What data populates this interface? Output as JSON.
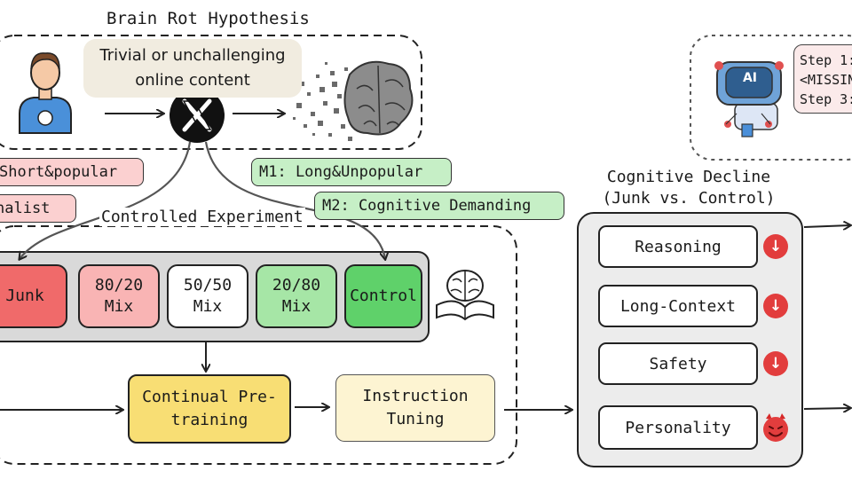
{
  "hypothesis": {
    "title": "Brain Rot Hypothesis",
    "content_line1": "Trivial or unchallenging",
    "content_line2": "online content",
    "x_logo_glyph": "X"
  },
  "tags": {
    "m1_junk": "Short&popular",
    "m2_junk": "nalist",
    "m1_control": "M1: Long&Unpopular",
    "m2_control": "M2: Cognitive Demanding"
  },
  "experiment": {
    "title": "Controlled Experiment",
    "mixes": [
      {
        "line1": "Junk",
        "line2": ""
      },
      {
        "line1": "80/20",
        "line2": "Mix"
      },
      {
        "line1": "50/50",
        "line2": "Mix"
      },
      {
        "line1": "20/80",
        "line2": "Mix"
      },
      {
        "line1": "Control",
        "line2": ""
      }
    ],
    "pretraining_line1": "Continual Pre-",
    "pretraining_line2": "training",
    "tuning_line1": "Instruction",
    "tuning_line2": "Tuning"
  },
  "decline": {
    "title_line1": "Cognitive Decline",
    "title_line2": "(Junk vs. Control)",
    "metrics": [
      {
        "label": "Reasoning",
        "indicator": "↓"
      },
      {
        "label": "Long-Context",
        "indicator": "↓"
      },
      {
        "label": "Safety",
        "indicator": "↓"
      },
      {
        "label": "Personality",
        "indicator": "devil"
      }
    ]
  },
  "robot": {
    "ai_label": "AI",
    "step1": "Step 1:",
    "step2": "<MISSIN",
    "step3": "Step 3:"
  },
  "colors": {
    "junk": "#f06a6a",
    "mix_80_20": "#f9b4b4",
    "mix_50_50": "#ffffff",
    "mix_20_80": "#a6e6a6",
    "control": "#5fd16a",
    "pretraining": "#f8de74",
    "tuning": "#fdf4d2",
    "content_box": "#f1ece0",
    "junk_tag": "#fbd0d0",
    "control_tag": "#c6efc6",
    "decline_panel": "#ececec",
    "down_arrow": "#e23d3d"
  }
}
